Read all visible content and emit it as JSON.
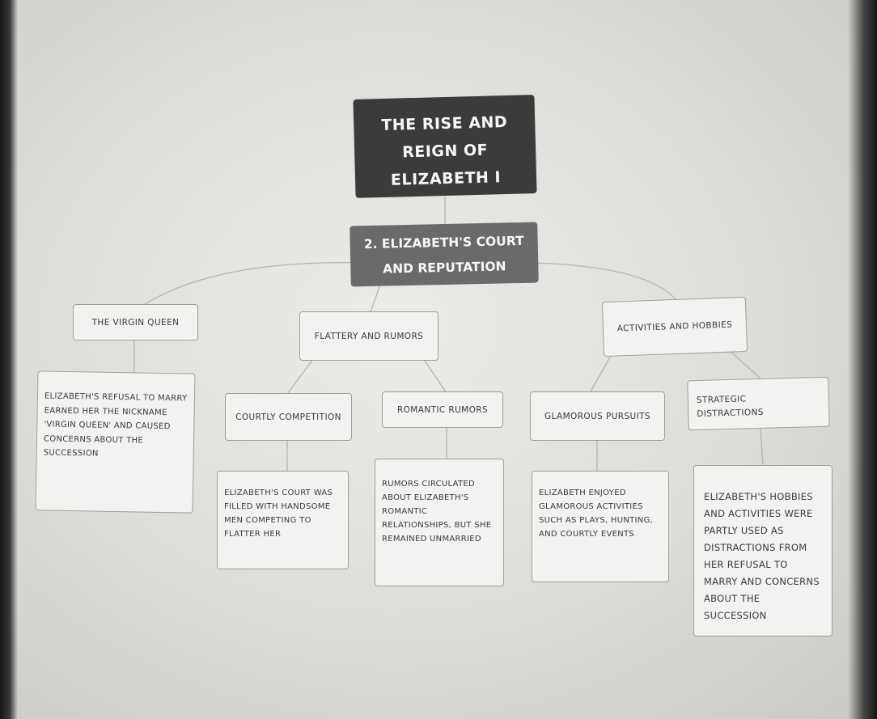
{
  "title": "THE RISE AND REIGN OF ELIZABETH I",
  "section": "2. ELIZABETH'S COURT AND REPUTATION",
  "branches": {
    "virgin_queen": {
      "label": "THE VIRGIN QUEEN",
      "detail": "ELIZABETH'S REFUSAL TO MARRY EARNED HER THE NICKNAME 'VIRGIN QUEEN' AND CAUSED CONCERNS ABOUT THE SUCCESSION"
    },
    "flattery": {
      "label": "FLATTERY AND RUMORS",
      "children": [
        {
          "label": "COURTLY COMPETITION",
          "detail": "ELIZABETH'S COURT WAS FILLED WITH HANDSOME MEN COMPETING TO FLATTER HER"
        },
        {
          "label": "ROMANTIC RUMORS",
          "detail": "RUMORS CIRCULATED ABOUT ELIZABETH'S ROMANTIC RELATIONSHIPS, BUT SHE REMAINED UNMARRIED"
        }
      ]
    },
    "activities": {
      "label": "ACTIVITIES AND HOBBIES",
      "children": [
        {
          "label": "GLAMOROUS PURSUITS",
          "detail": "ELIZABETH ENJOYED GLAMOROUS ACTIVITIES SUCH AS PLAYS, HUNTING, AND COURTLY EVENTS"
        },
        {
          "label": "STRATEGIC DISTRACTIONS",
          "detail": "ELIZABETH'S HOBBIES AND ACTIVITIES WERE PARTLY USED AS DISTRACTIONS FROM HER REFUSAL TO MARRY AND CONCERNS ABOUT THE SUCCESSION"
        }
      ]
    }
  }
}
